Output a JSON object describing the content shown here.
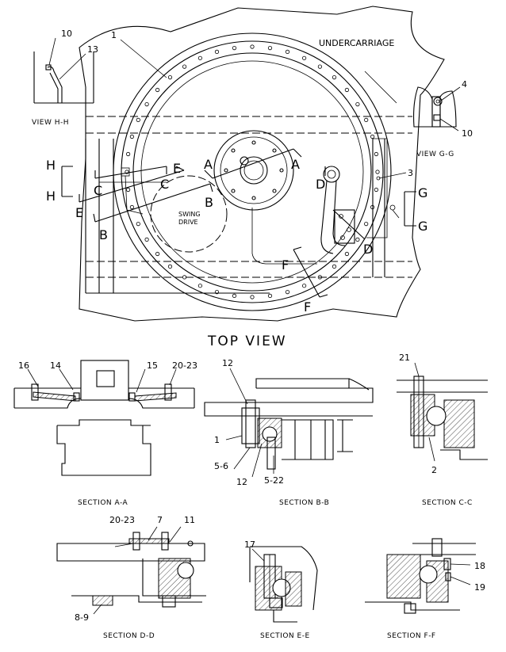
{
  "top_view": {
    "title": "TOP VIEW",
    "undercarriage": "UNDERCARRIAGE",
    "swing_drive_1": "SWING",
    "swing_drive_2": "DRIVE"
  },
  "view_hh": {
    "title": "VIEW H-H",
    "callouts": [
      "10",
      "13"
    ]
  },
  "view_gg": {
    "title": "VIEW G-G",
    "callouts": [
      "4",
      "10"
    ]
  },
  "top_callouts": {
    "c1": "1",
    "c3": "3"
  },
  "section_letters": {
    "A": "A",
    "B": "B",
    "C": "C",
    "D": "D",
    "E": "E",
    "F": "F",
    "G": "G",
    "H": "H"
  },
  "sections": {
    "aa": {
      "title": "SECTION A-A",
      "callouts": [
        "16",
        "14",
        "15",
        "20-23"
      ]
    },
    "bb": {
      "title": "SECTION B-B",
      "callouts": [
        "12",
        "1",
        "5-6",
        "12",
        "5-22"
      ]
    },
    "cc": {
      "title": "SECTION C-C",
      "callouts": [
        "21",
        "2"
      ]
    },
    "dd": {
      "title": "SECTION D-D",
      "callouts": [
        "20-23",
        "7",
        "11",
        "8-9"
      ]
    },
    "ee": {
      "title": "SECTION E-E",
      "callouts": [
        "17"
      ]
    },
    "ff": {
      "title": "SECTION F-F",
      "callouts": [
        "18",
        "19"
      ]
    }
  }
}
